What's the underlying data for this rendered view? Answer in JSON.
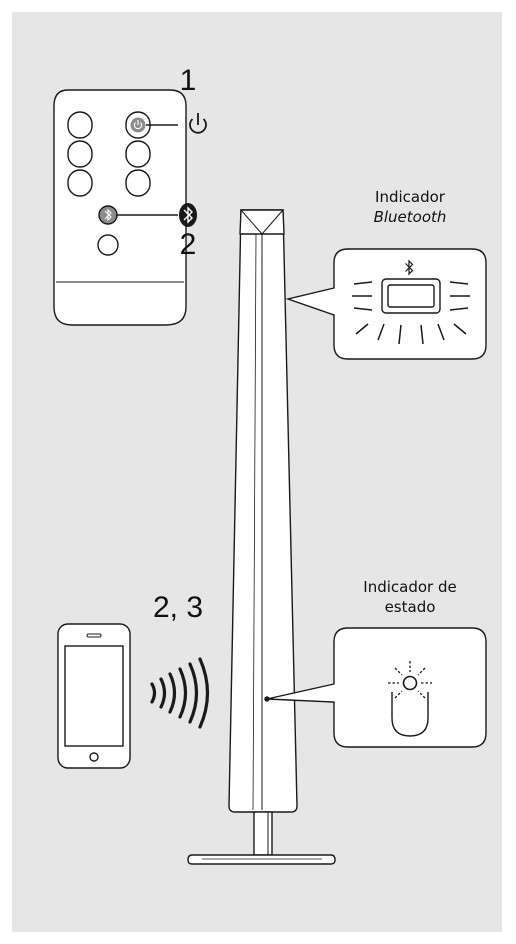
{
  "steps": {
    "remote_power": "1",
    "remote_bluetooth": "2",
    "phone": "2, 3"
  },
  "callouts": {
    "bluetooth_indicator": {
      "line1": "Indicador",
      "line2": "Bluetooth"
    },
    "status_indicator": {
      "line1": "Indicador de",
      "line2": "estado"
    }
  },
  "icons": {
    "power": "power-icon",
    "bluetooth": "bluetooth-icon",
    "signal": "wireless-signal-icon"
  },
  "colors": {
    "panel_background": "#e6e6e6",
    "device_fill": "#ffffff",
    "outline": "#1a1a1a",
    "button_highlight": "#8c8c8c"
  }
}
